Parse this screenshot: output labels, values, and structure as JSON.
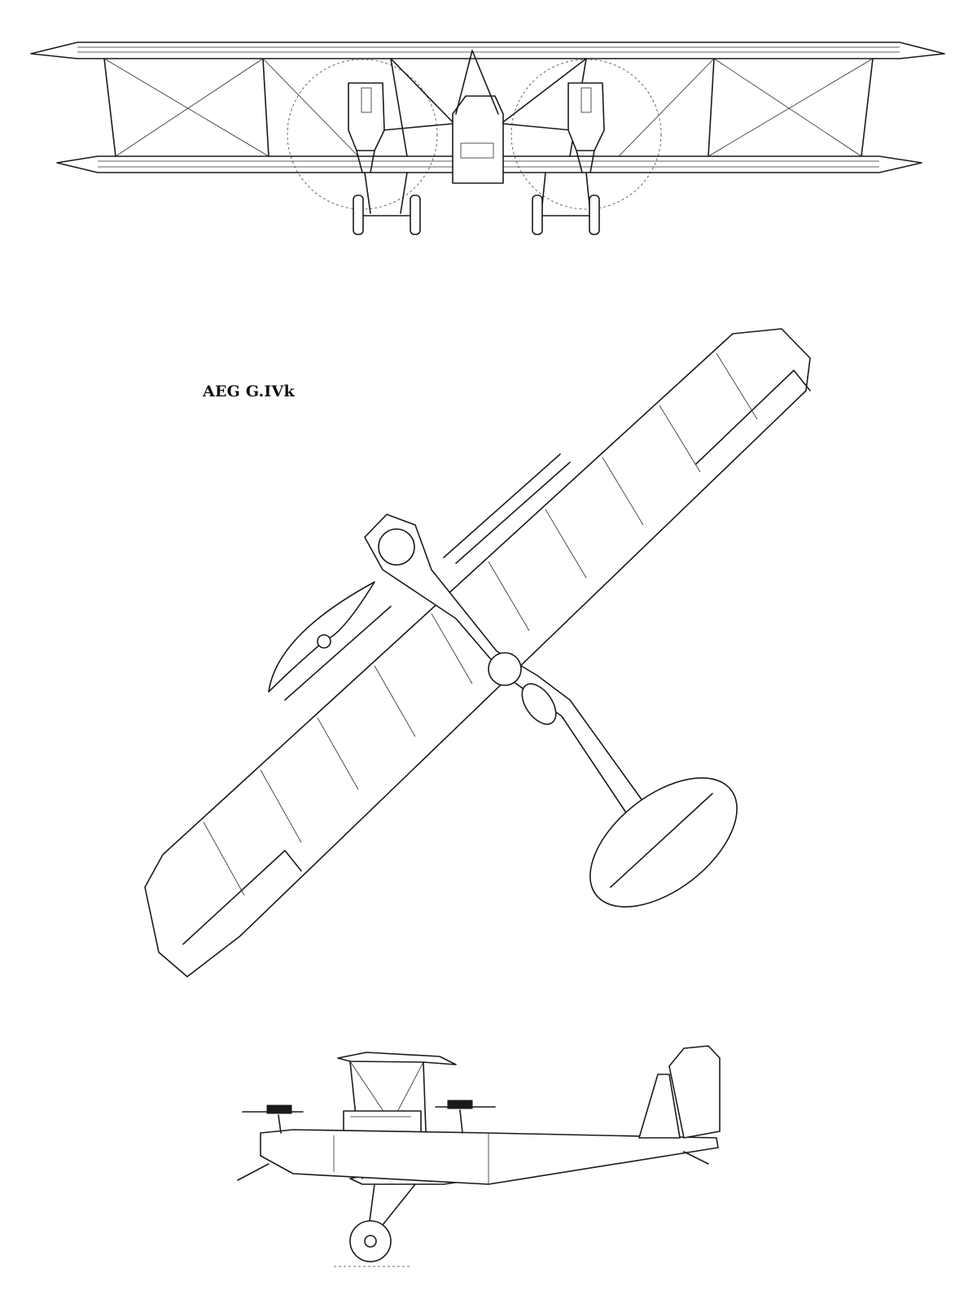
{
  "title": "AEG G.IVk",
  "views": [
    {
      "name": "front-view"
    },
    {
      "name": "plan-view"
    },
    {
      "name": "side-view"
    }
  ],
  "palette": {
    "ink": "#1a1a1a",
    "paper": "#ffffff"
  }
}
